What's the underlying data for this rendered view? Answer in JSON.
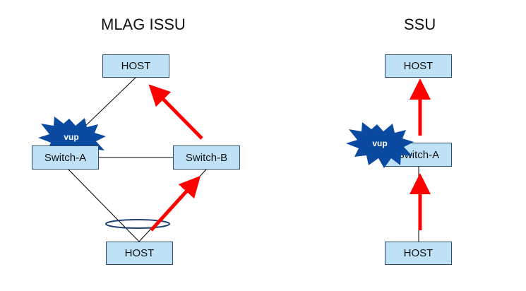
{
  "left_diagram": {
    "title": "MLAG ISSU",
    "host_top": "HOST",
    "switch_a": "Switch-A",
    "switch_b": "Switch-B",
    "host_bottom": "HOST",
    "burst_label": "vup"
  },
  "right_diagram": {
    "title": "SSU",
    "host_top": "HOST",
    "switch_a": "Switch-A",
    "host_bottom": "HOST",
    "burst_label": "vup"
  },
  "colors": {
    "node_fill": "#bfe1f6",
    "node_border": "#2f4e6e",
    "arrow": "#ff0000",
    "burst": "#0a4aa0",
    "link": "#000000"
  }
}
